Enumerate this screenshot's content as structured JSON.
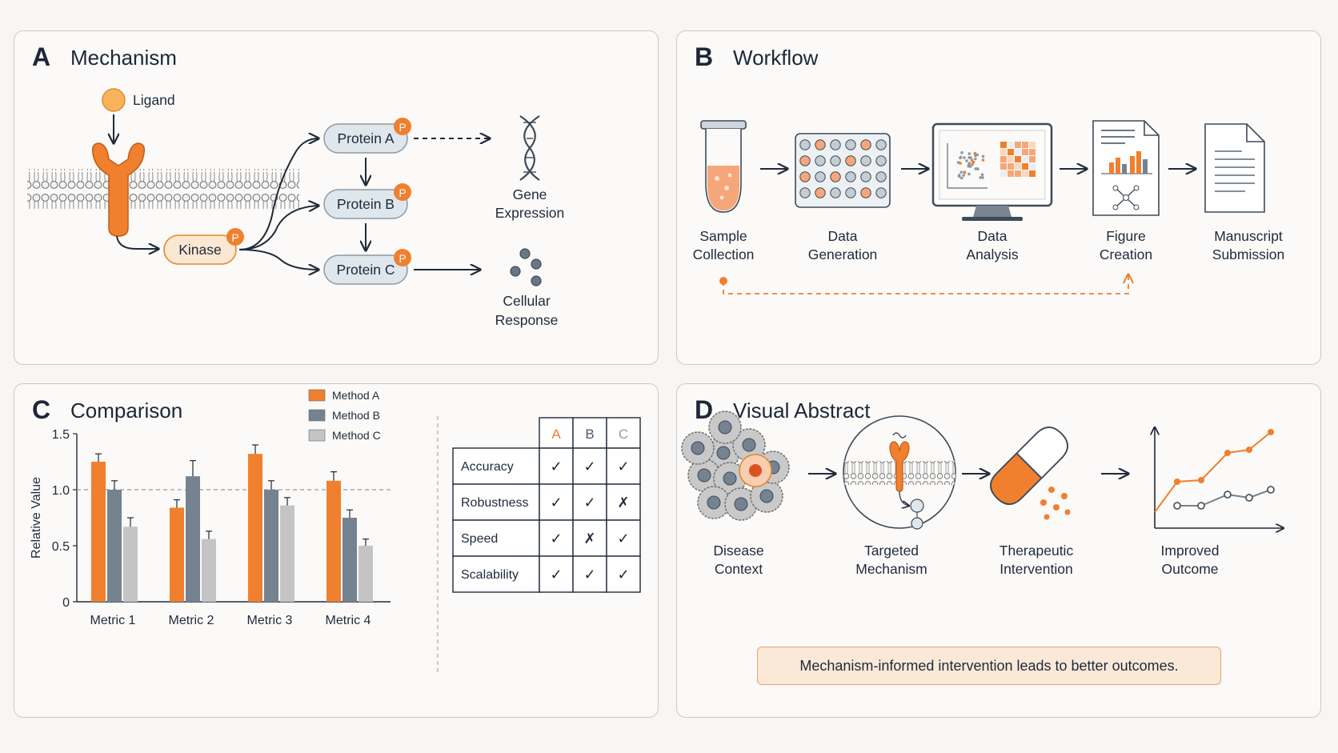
{
  "panels": {
    "a": {
      "letter": "A",
      "title": "Mechanism",
      "ligand": "Ligand",
      "kinase": "Kinase",
      "phospho": "P",
      "proteins": [
        "Protein A",
        "Protein B",
        "Protein C"
      ],
      "gene_expression": [
        "Gene",
        "Expression"
      ],
      "cellular_response": [
        "Cellular",
        "Response"
      ]
    },
    "b": {
      "letter": "B",
      "title": "Workflow",
      "steps": [
        {
          "line1": "Sample",
          "line2": "Collection"
        },
        {
          "line1": "Data",
          "line2": "Generation"
        },
        {
          "line1": "Data",
          "line2": "Analysis"
        },
        {
          "line1": "Figure",
          "line2": "Creation"
        },
        {
          "line1": "Manuscript",
          "line2": "Submission"
        }
      ]
    },
    "c": {
      "letter": "C",
      "title": "Comparison",
      "table": {
        "headers": [
          "A",
          "B",
          "C"
        ],
        "rows": [
          {
            "label": "Accuracy",
            "cells": [
              "✓",
              "✓",
              "✓"
            ]
          },
          {
            "label": "Robustness",
            "cells": [
              "✓",
              "✓",
              "✗"
            ]
          },
          {
            "label": "Speed",
            "cells": [
              "✓",
              "✗",
              "✓"
            ]
          },
          {
            "label": "Scalability",
            "cells": [
              "✓",
              "✓",
              "✓"
            ]
          }
        ]
      }
    },
    "d": {
      "letter": "D",
      "title": "Visual Abstract",
      "steps": [
        {
          "line1": "Disease",
          "line2": "Context"
        },
        {
          "line1": "Targeted",
          "line2": "Mechanism"
        },
        {
          "line1": "Therapeutic",
          "line2": "Intervention"
        },
        {
          "line1": "Improved",
          "line2": "Outcome"
        }
      ],
      "conclusion": "Mechanism-informed intervention leads to better outcomes."
    }
  },
  "colors": {
    "orange": "#f07f2e",
    "slate": "#75828f",
    "gray": "#c4c4c4",
    "dark": "#1f2a3a",
    "pale_blue": "#dfe6ec"
  },
  "chart_data": {
    "type": "bar",
    "categories": [
      "Metric 1",
      "Metric 2",
      "Metric 3",
      "Metric 4"
    ],
    "series": [
      {
        "name": "Method A",
        "color": "#f07f2e",
        "values": [
          1.25,
          0.84,
          1.32,
          1.08
        ],
        "errors": [
          0.07,
          0.07,
          0.08,
          0.08
        ]
      },
      {
        "name": "Method B",
        "color": "#75828f",
        "values": [
          1.0,
          1.12,
          1.0,
          0.75
        ],
        "errors": [
          0.08,
          0.14,
          0.08,
          0.07
        ]
      },
      {
        "name": "Method C",
        "color": "#c4c4c4",
        "values": [
          0.67,
          0.56,
          0.86,
          0.5
        ],
        "errors": [
          0.08,
          0.07,
          0.07,
          0.06
        ]
      }
    ],
    "ylabel": "Relative Value",
    "yticks": [
      "0",
      "0.5",
      "1.0",
      "1.5"
    ],
    "ylim": [
      0,
      1.5
    ],
    "reference_line": 1.0,
    "legend": "top-right",
    "grid": false
  }
}
